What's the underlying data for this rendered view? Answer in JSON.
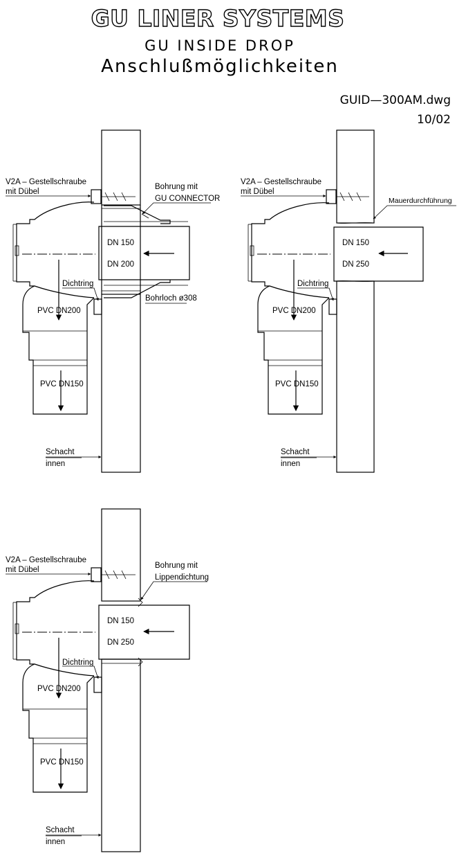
{
  "header": {
    "title": "GU LINER SYSTEMS",
    "subtitle": "GU INSIDE DROP",
    "subtitle2": "Anschlußmöglichkeiten",
    "filename": "GUID—300AM.dwg",
    "date": "10/02"
  },
  "details": [
    {
      "screw_label_1": "V2A – Gestellschraube",
      "screw_label_2": "mit Dübel",
      "connector_label_1": "Bohrung mit",
      "connector_label_2": "GU CONNECTOR",
      "pipe_dn_top": "DN 150",
      "pipe_dn_bottom": "DN 200",
      "seal_label": "Dichtring",
      "hole_label": "Bohrloch ø308",
      "pvc_upper": "PVC DN200",
      "pvc_lower": "PVC DN150",
      "shaft_label_1": "Schacht",
      "shaft_label_2": "innen"
    },
    {
      "screw_label_1": "V2A – Gestellschraube",
      "screw_label_2": "mit Dübel",
      "connector_label_1": "Mauerdurchführung",
      "pipe_dn_top": "DN 150",
      "pipe_dn_bottom": "DN 250",
      "seal_label": "Dichtring",
      "pvc_upper": "PVC DN200",
      "pvc_lower": "PVC DN150",
      "shaft_label_1": "Schacht",
      "shaft_label_2": "innen"
    },
    {
      "screw_label_1": "V2A – Gestellschraube",
      "screw_label_2": "mit Dübel",
      "connector_label_1": "Bohrung mit",
      "connector_label_2": "Lippendichtung",
      "pipe_dn_top": "DN 150",
      "pipe_dn_bottom": "DN 250",
      "seal_label": "Dichtring",
      "pvc_upper": "PVC DN200",
      "pvc_lower": "PVC DN150",
      "shaft_label_1": "Schacht",
      "shaft_label_2": "innen"
    }
  ]
}
